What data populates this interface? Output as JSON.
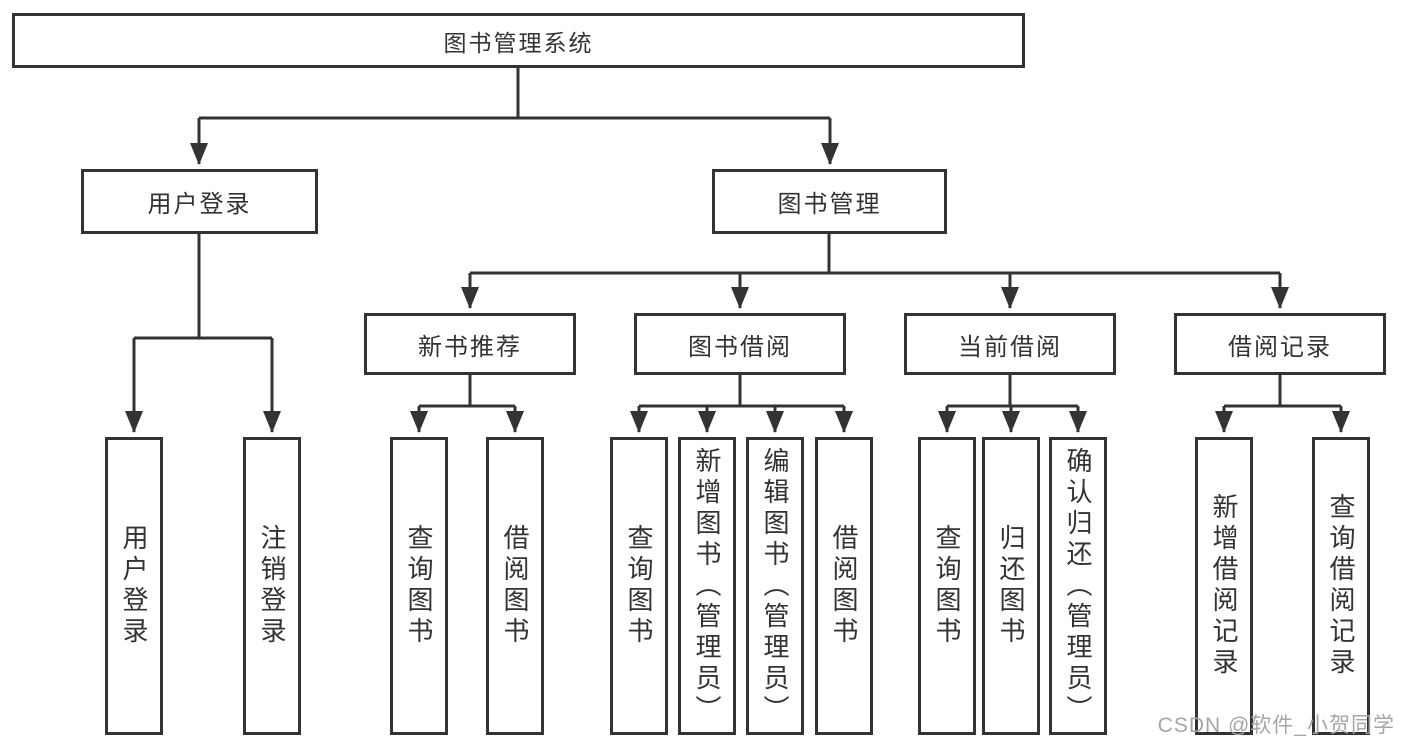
{
  "page": {
    "background": "#ffffff",
    "line_color": "#333333",
    "box_border_color": "#333333",
    "text_color": "#333333",
    "watermark_color": "#a6a6a6"
  },
  "root": {
    "label": "图书管理系统"
  },
  "level2": [
    {
      "label": "用户登录"
    },
    {
      "label": "图书管理"
    }
  ],
  "level3": [
    {
      "label": "新书推荐"
    },
    {
      "label": "图书借阅"
    },
    {
      "label": "当前借阅"
    },
    {
      "label": "借阅记录"
    }
  ],
  "leaves": {
    "user_login": [
      "用户登录",
      "注销登录"
    ],
    "new_books": [
      "查询图书",
      "借阅图书"
    ],
    "book_borrow": [
      "查询图书",
      "新增图书（管理员）",
      "编辑图书（管理员）",
      "借阅图书"
    ],
    "current_borrow": [
      "查询图书",
      "归还图书",
      "确认归还（管理员）"
    ],
    "borrow_records": [
      "新增借阅记录",
      "查询借阅记录"
    ]
  },
  "watermark": "CSDN @软件_小贺同学"
}
